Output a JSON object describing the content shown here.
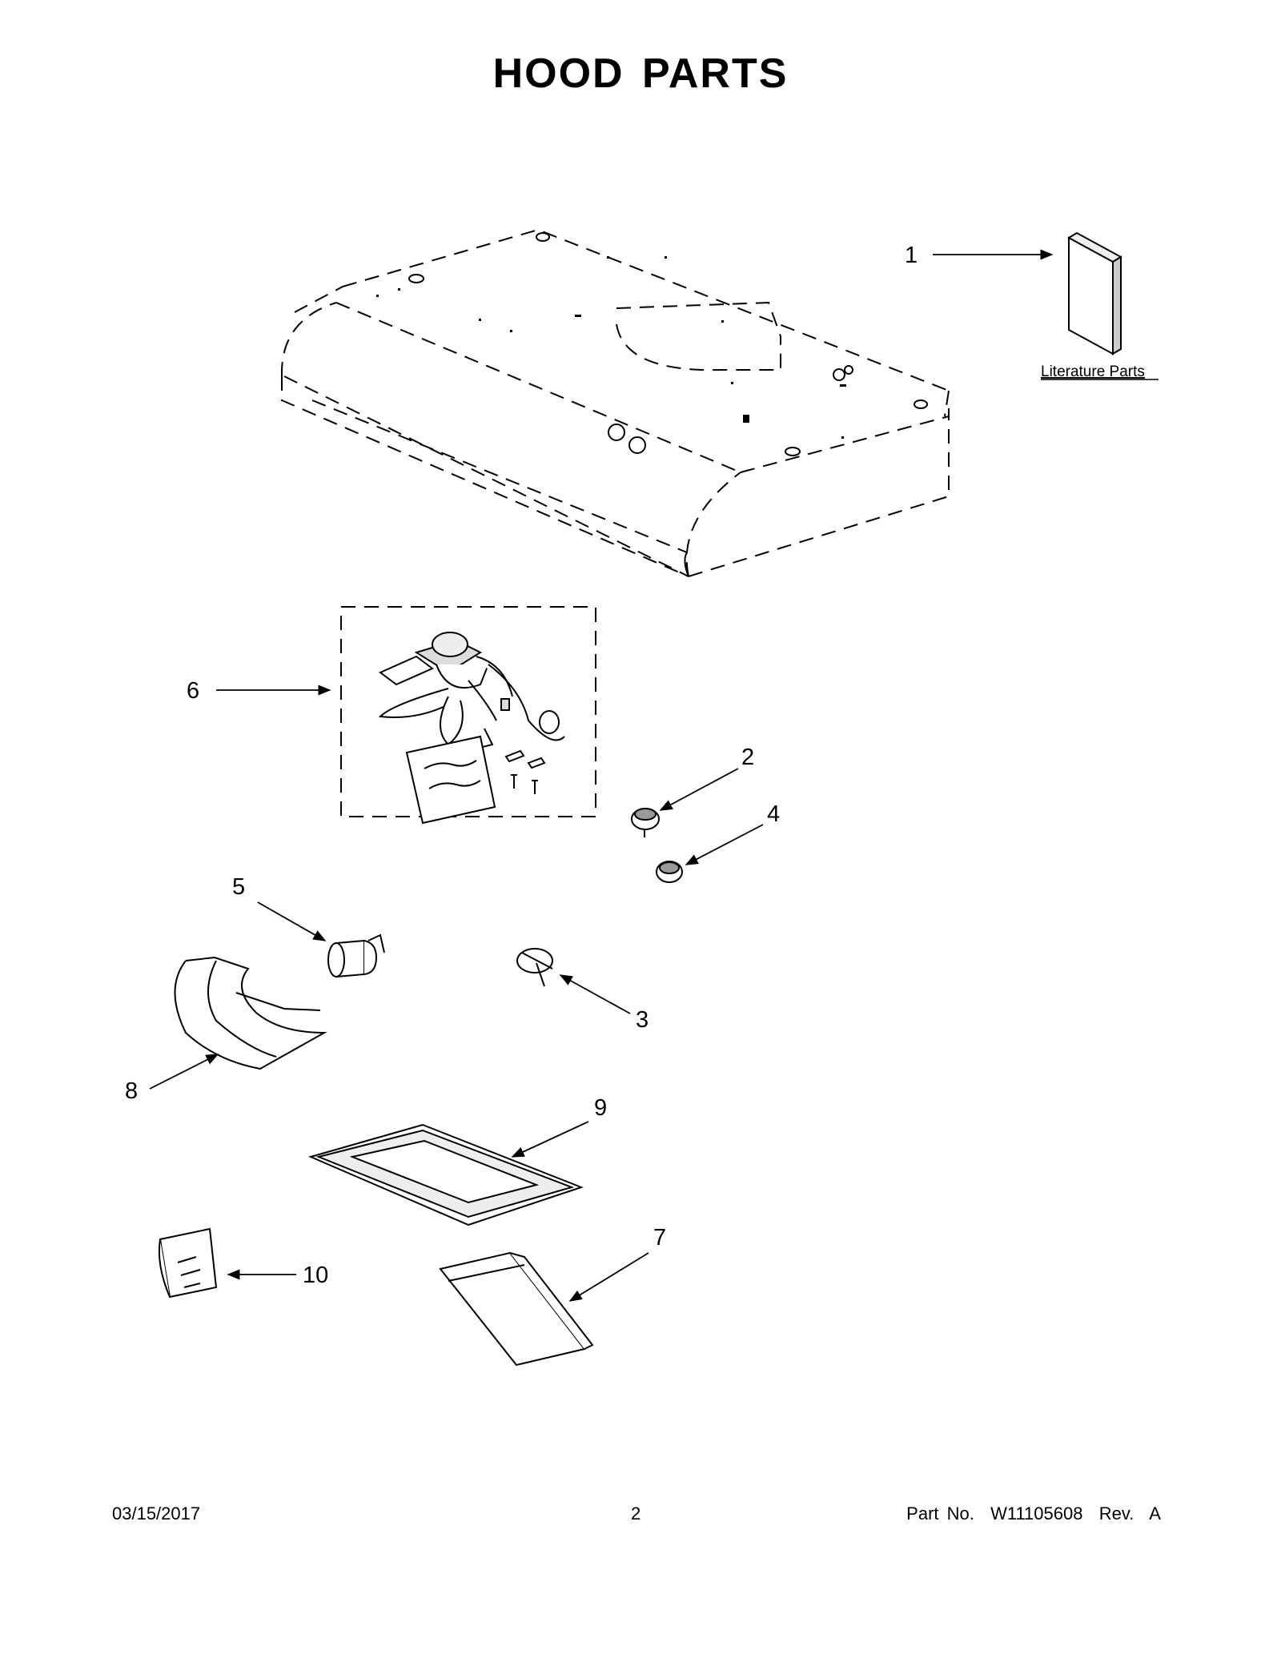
{
  "page": {
    "title": "HOOD PARTS"
  },
  "diagram": {
    "callouts": [
      {
        "id": "1",
        "label": "1"
      },
      {
        "id": "2",
        "label": "2"
      },
      {
        "id": "3",
        "label": "3"
      },
      {
        "id": "4",
        "label": "4"
      },
      {
        "id": "5",
        "label": "5"
      },
      {
        "id": "6",
        "label": "6"
      },
      {
        "id": "7",
        "label": "7"
      },
      {
        "id": "8",
        "label": "8"
      },
      {
        "id": "9",
        "label": "9"
      },
      {
        "id": "10",
        "label": "10"
      }
    ],
    "literature_label": "Literature Parts"
  },
  "footer": {
    "date": "03/15/2017",
    "page_number": "2",
    "part_number": "Part No.  W11105608  Rev.  A"
  }
}
